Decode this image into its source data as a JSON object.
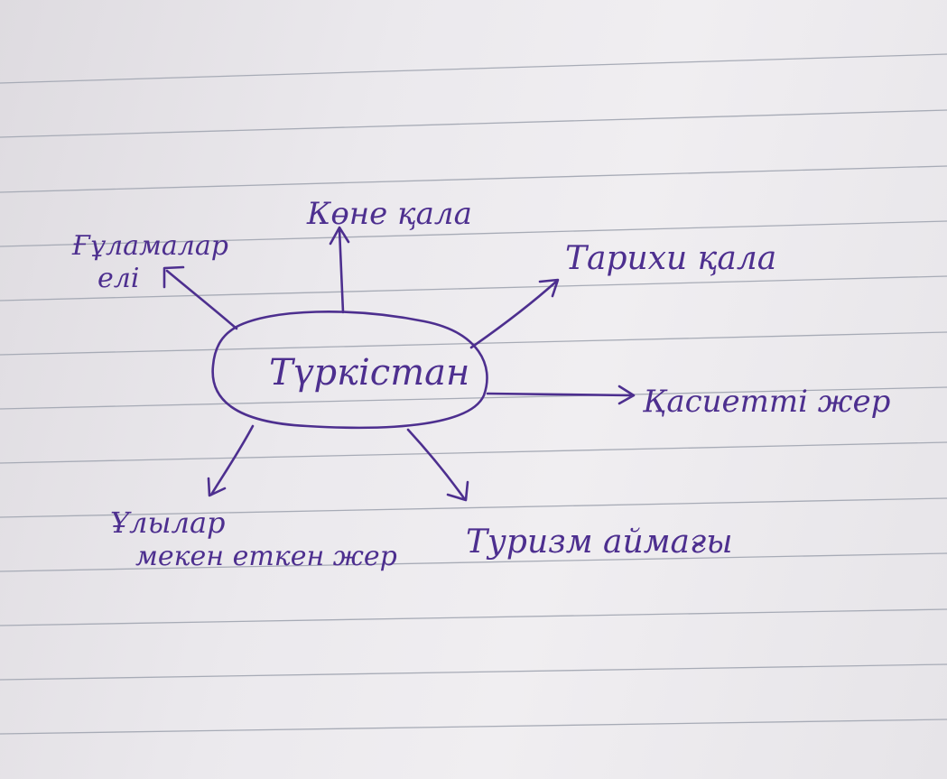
{
  "center": {
    "label": "Түркістан"
  },
  "branches": {
    "top": "Көне қала",
    "top_left": [
      "Ғұламалар",
      "елі"
    ],
    "top_right": "Тарихи қала",
    "right": "Қасиетті жер",
    "bottom_left": [
      "Ұлылар",
      "мекен еткен жер"
    ],
    "bottom_right": "Туризм аймағы"
  },
  "colors": {
    "ink": "#4d2f8f",
    "ruled_line": "#9aa0ad",
    "paper": "#ebe9ed"
  }
}
